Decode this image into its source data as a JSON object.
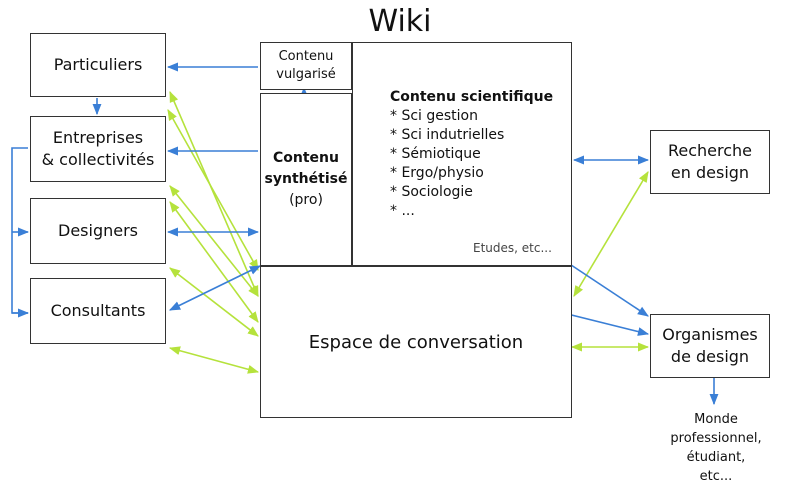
{
  "title": "Wiki",
  "boxes": {
    "particuliers": "Particuliers",
    "entreprises_line1": "Entreprises",
    "entreprises_line2": "& collectivités",
    "designers": "Designers",
    "consultants": "Consultants",
    "recherche_line1": "Recherche",
    "recherche_line2": "en design",
    "organismes_line1": "Organismes",
    "organismes_line2": "de design",
    "contenu_vulgarise_line1": "Contenu",
    "contenu_vulgarise_line2": "vulgarisé",
    "contenu_synthetise_line1": "Contenu",
    "contenu_synthetise_line2": "synthétisé",
    "contenu_synthetise_line3": "(pro)",
    "espace": "Espace de conversation"
  },
  "scientifique": {
    "heading": "Contenu scientifique",
    "items": [
      "* Sci gestion",
      "* Sci indutrielles",
      "* Sémiotique",
      "* Ergo/physio",
      "* Sociologie",
      "* ..."
    ],
    "etudes": "Etudes, etc..."
  },
  "monde": [
    "Monde",
    "professionnel,",
    "étudiant,",
    "etc..."
  ],
  "colors": {
    "blue_arrow": "#3a7fd6",
    "green_arrow": "#b5e23c",
    "border": "#333333"
  }
}
